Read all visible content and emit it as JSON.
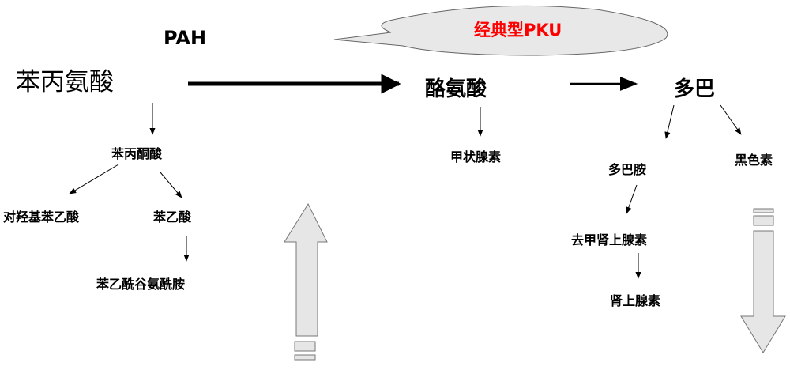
{
  "enzyme": "PAH",
  "callout": "经典型PKU",
  "colors": {
    "callout_text": "#ff0000",
    "callout_fill": "#e8e8e8",
    "arrow_fill": "#e6e6e6"
  },
  "nodes": {
    "phenylalanine": "苯丙氨酸",
    "tyrosine": "酪氨酸",
    "dopa": "多巴",
    "phenylpyruvate": "苯丙酮酸",
    "p_hydroxyphenylacetate": "对羟基苯乙酸",
    "phenylacetate": "苯乙酸",
    "phenylacetylglutamine": "苯乙酰谷氨酰胺",
    "thyroxine": "甲状腺素",
    "dopamine": "多巴胺",
    "melanin": "黑色素",
    "norepinephrine": "去甲肾上腺素",
    "epinephrine": "肾上腺素"
  }
}
